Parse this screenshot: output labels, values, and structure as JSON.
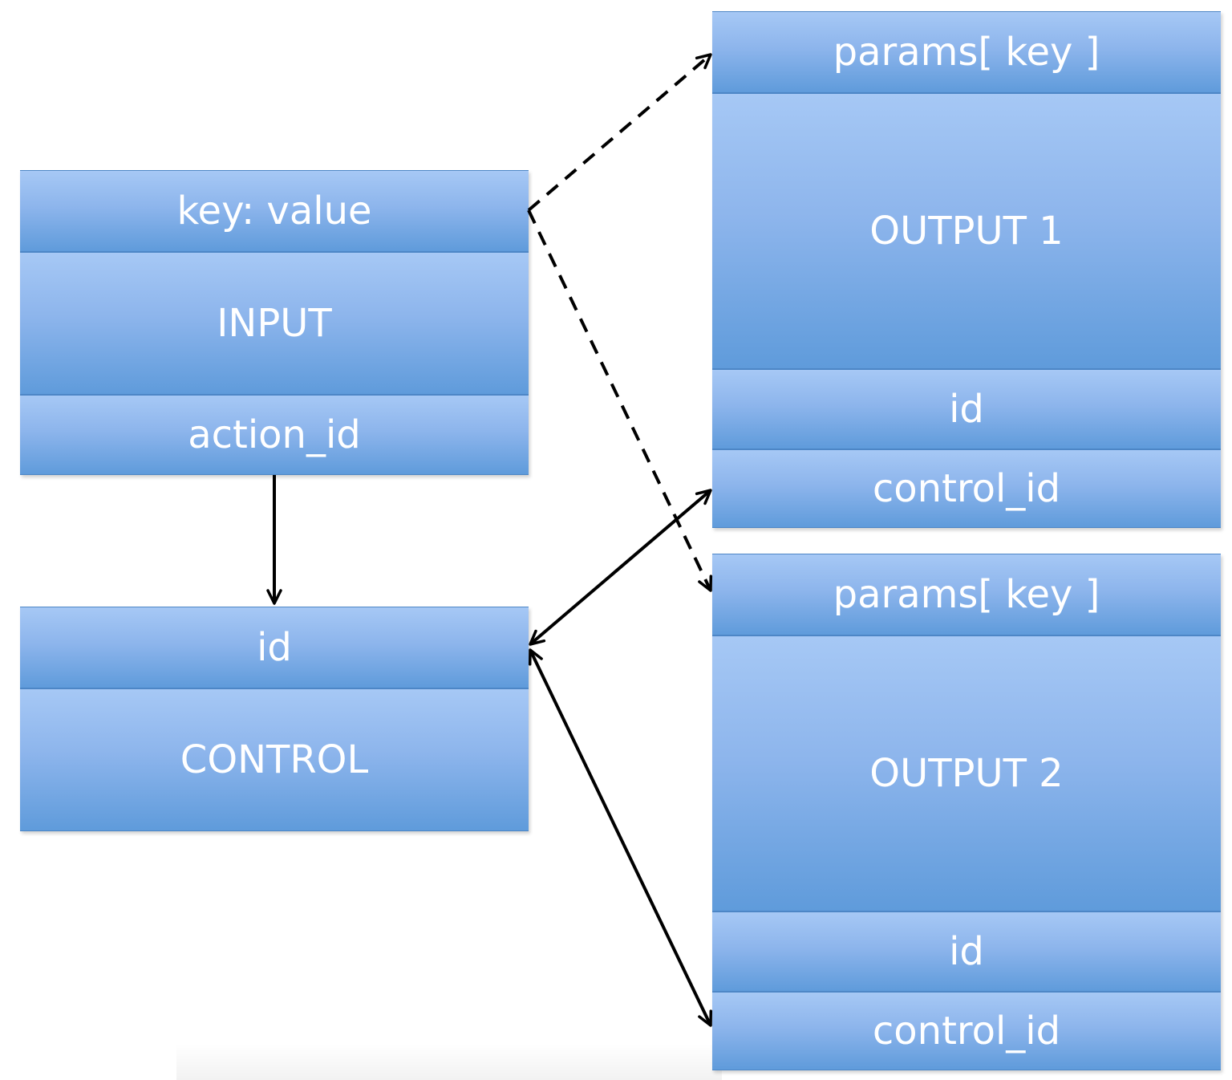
{
  "input": {
    "key_value": "key: value",
    "title": "INPUT",
    "action_id": "action_id"
  },
  "control": {
    "id": "id",
    "title": "CONTROL"
  },
  "output1": {
    "params": "params[ key ]",
    "title": "OUTPUT 1",
    "id": "id",
    "control_id": "control_id"
  },
  "output2": {
    "params": "params[ key ]",
    "title": "OUTPUT 2",
    "id": "id",
    "control_id": "control_id"
  },
  "colors": {
    "cell_light": "#a6c8f5",
    "cell_dark": "#5f9bdb",
    "text": "#ffffff",
    "arrow": "#000000"
  }
}
